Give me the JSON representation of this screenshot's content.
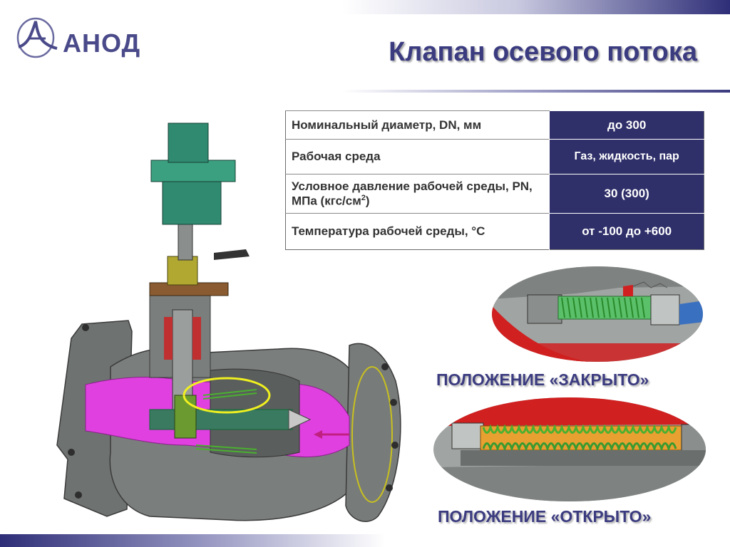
{
  "logo": {
    "text": "АНОД"
  },
  "title": "Клапан осевого потока",
  "specs": [
    {
      "label": "Номинальный диаметр, DN, мм",
      "value": "до 300"
    },
    {
      "label": "Рабочая среда",
      "value": "Газ, жидкость, пар"
    },
    {
      "label": "Условное давление рабочей среды, PN, МПа (кгс/см",
      "label_sup": "2",
      "label_end": ")",
      "value": "30 (300)"
    },
    {
      "label": "Температура рабочей среды, °С",
      "value": "от -100 до +600"
    }
  ],
  "captions": {
    "closed": "ПОЛОЖЕНИЕ «ЗАКРЫТО»",
    "open": "ПОЛОЖЕНИЕ «ОТКРЫТО»"
  },
  "colors": {
    "brand": "#3b3b80",
    "table_value_bg": "#2f2f6a",
    "cavity": "#e040e0",
    "spring": "#7ad94a",
    "seal": "#d02020"
  }
}
